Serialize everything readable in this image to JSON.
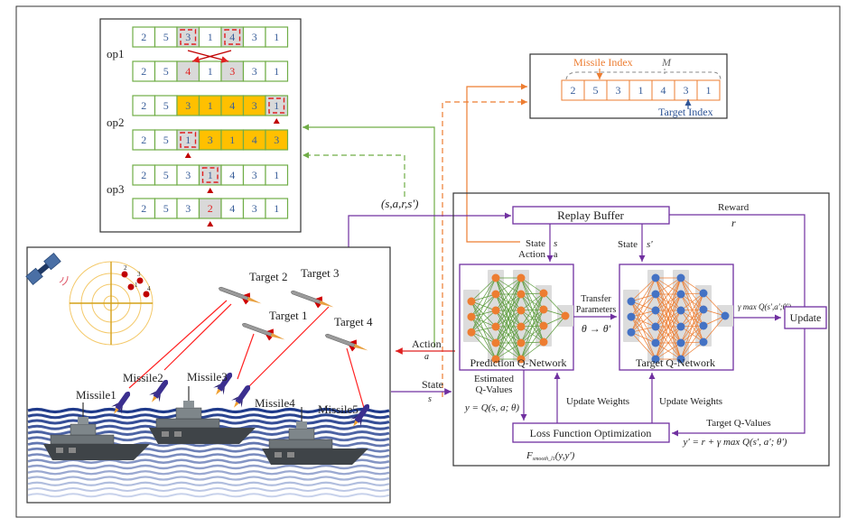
{
  "operations": {
    "labels": [
      "op1",
      "op2",
      "op3"
    ],
    "rows": [
      {
        "op": "op1",
        "cells": [
          "2",
          "5",
          "3",
          "1",
          "4",
          "3",
          "1"
        ],
        "highlight": [
          2,
          4
        ],
        "dashed": [
          2,
          4
        ],
        "gold": [],
        "red_text": [],
        "marker": null
      },
      {
        "op": "op1",
        "cells": [
          "2",
          "5",
          "4",
          "1",
          "3",
          "3",
          "1"
        ],
        "highlight": [
          2,
          4
        ],
        "dashed": [],
        "gold": [],
        "red_text": [
          2,
          4
        ],
        "marker": null
      },
      {
        "op": "op2",
        "cells": [
          "2",
          "5",
          "3",
          "1",
          "4",
          "3",
          "1"
        ],
        "highlight": [
          6
        ],
        "dashed": [
          6
        ],
        "gold": [
          2,
          3,
          4,
          5
        ],
        "red_text": [],
        "marker": 6
      },
      {
        "op": "op2",
        "cells": [
          "2",
          "5",
          "1",
          "3",
          "1",
          "4",
          "3"
        ],
        "highlight": [
          2
        ],
        "dashed": [
          2
        ],
        "gold": [
          3,
          4,
          5,
          6
        ],
        "red_text": [],
        "marker": 2
      },
      {
        "op": "op3",
        "cells": [
          "2",
          "5",
          "3",
          "1",
          "4",
          "3",
          "1"
        ],
        "highlight": [
          3
        ],
        "dashed": [
          3
        ],
        "gold": [],
        "red_text": [],
        "marker": 3
      },
      {
        "op": "op3",
        "cells": [
          "2",
          "5",
          "3",
          "2",
          "4",
          "3",
          "1"
        ],
        "highlight": [
          3
        ],
        "dashed": [],
        "gold": [],
        "red_text": [
          3
        ],
        "marker": 3
      }
    ]
  },
  "encoding": {
    "missile_index_label": "Missile Index",
    "target_index_label": "Target Index",
    "length_symbol": "M",
    "cells": [
      "2",
      "5",
      "3",
      "1",
      "4",
      "3",
      "1"
    ]
  },
  "transition_label": "(s,a,r,s')",
  "battlefield": {
    "targets": [
      "Target 2",
      "Target 3",
      "Target 1",
      "Target 4"
    ],
    "missiles": [
      "Missile1",
      "Missile2",
      "Missile3",
      "Missile4",
      "Missile5"
    ],
    "radar_points": [
      "2",
      "3",
      "1",
      "4"
    ],
    "action_label": "Action",
    "action_symbol": "a",
    "state_label": "State",
    "state_symbol": "s"
  },
  "dqn": {
    "replay_buffer": "Replay Buffer",
    "reward_label": "Reward",
    "reward_symbol": "r",
    "state_action_state": "State",
    "state_action_action": "Action",
    "s_symbol": "s",
    "a_symbol": "a",
    "state_next_label": "State",
    "s_next_symbol": "s'",
    "prediction_network": "Prediction Q-Network",
    "target_network": "Target Q-Network",
    "transfer_line1": "Transfer",
    "transfer_line2": "Parameters",
    "theta_transfer": "θ → θ'",
    "gamma_max": "γ max Q(s',a';θ')",
    "update": "Update",
    "estimated_line1": "Estimated",
    "estimated_line2": "Q-Values",
    "y_eq": "y = Q(s, a; θ)",
    "update_weights_1": "Update Weights",
    "update_weights_2": "Update Weights",
    "target_q_values": "Target Q-Values",
    "y_prime_eq": "y' = r + γ max Q(s', a'; θ')",
    "loss": "Loss Function Optimization",
    "loss_fn": "F",
    "loss_fn_sub": "smooth_l1",
    "loss_fn_args": "(y,y')"
  },
  "colors": {
    "green": "#70ad47",
    "orange": "#ed7d31",
    "purple": "#7030a0",
    "red": "#e02020",
    "gold": "#ffc000",
    "blue_node": "#4472c4",
    "orange_node": "#ed7d31",
    "cell_text": "#3a5f9a"
  }
}
